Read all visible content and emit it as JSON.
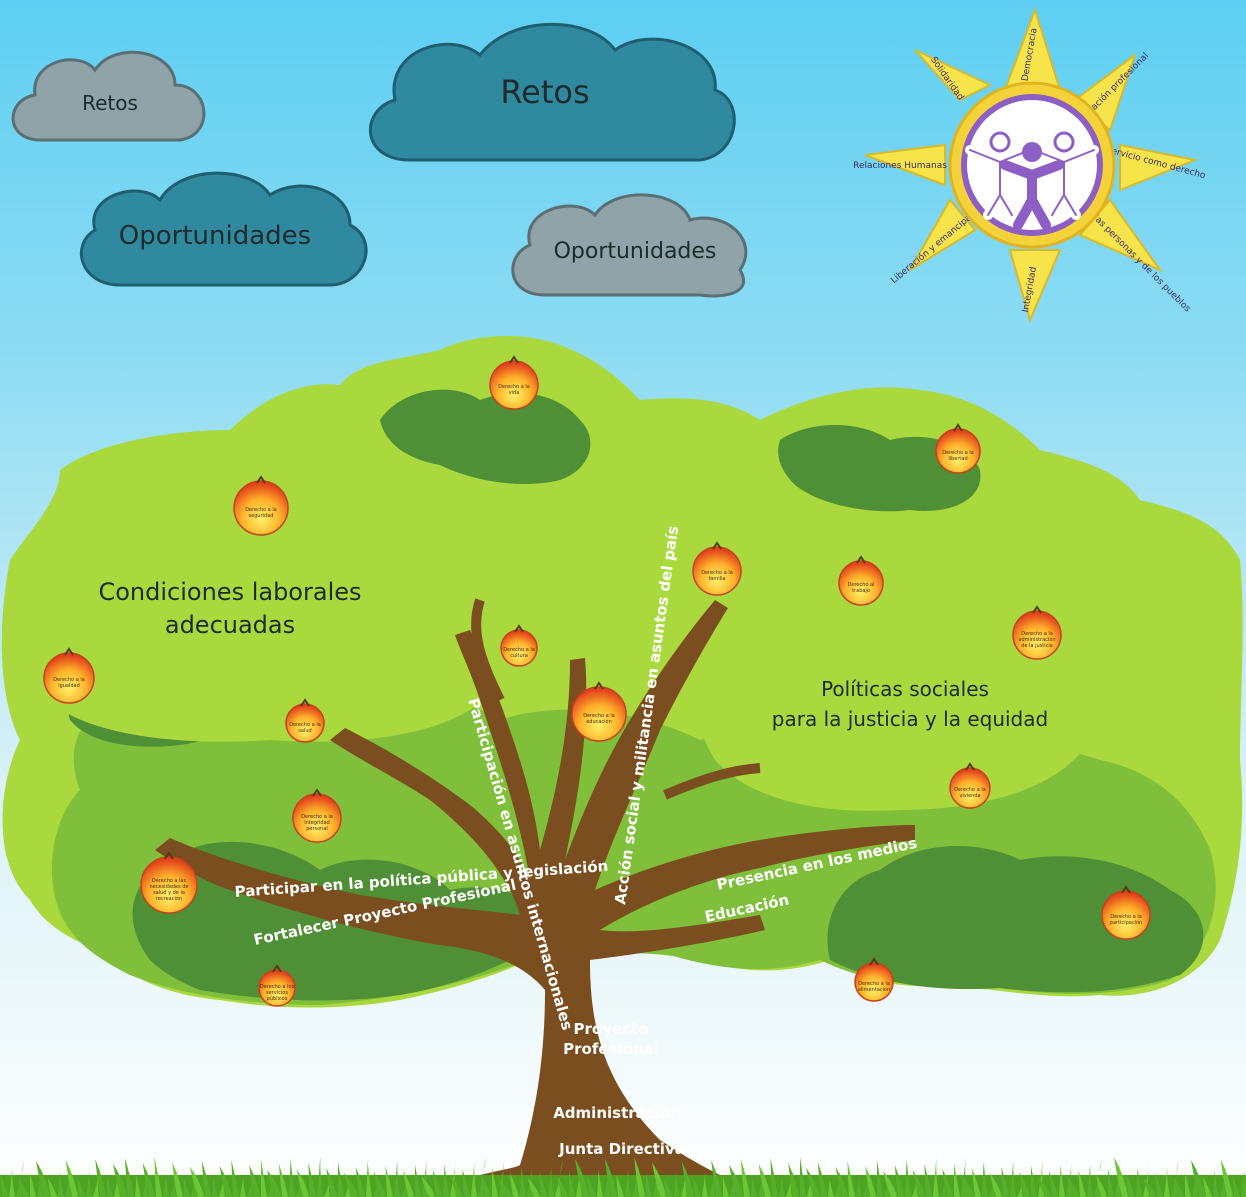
{
  "clouds": [
    {
      "text": "Retos",
      "color": "#8fa3a8"
    },
    {
      "text": "Retos",
      "color": "#2f8aa0"
    },
    {
      "text": "Oportunidades",
      "color": "#2f8aa0"
    },
    {
      "text": "Oportunidades",
      "color": "#8fa3a8"
    }
  ],
  "sun": {
    "rays": [
      "Democracia",
      "Cualificación profesional",
      "Servicio como derecho",
      "Dignidad de las personas y de los pueblos",
      "Integridad",
      "Liberación y emancipación",
      "Relaciones Humanas",
      "Solidaridad"
    ],
    "colors": {
      "ray": "#f7e44a",
      "ring": "#f4d23a",
      "inner": "#ffffff",
      "people": "#8d5fc4"
    }
  },
  "canopy": {
    "left_title_line1": "Condiciones laborales",
    "left_title_line2": "adecuadas",
    "right_title_line1": "Políticas sociales",
    "right_title_line2": "para la justicia y la equidad"
  },
  "branches": {
    "b1": "Participar en la política pública y legislación",
    "b2": "Fortalecer Proyecto Profesional",
    "b3": "Participación en asuntos internacionales",
    "b4": "Acción social y militancia en asuntos del país",
    "b5": "Presencia en los medios",
    "b6": "Educación"
  },
  "trunk": {
    "line1": "Proyecto",
    "line2": "Profesional",
    "middle": "Administración",
    "base": "Junta Directiva"
  },
  "fruits": [
    {
      "label": "Derecho a la vida"
    },
    {
      "label": "Derecho a la libertad"
    },
    {
      "label": "Derecho a la seguridad"
    },
    {
      "label": "Derecho a la familia"
    },
    {
      "label": "Derecho al trabajo"
    },
    {
      "label": "Derecho a la administración de la justicia"
    },
    {
      "label": "Derecho a la cultura"
    },
    {
      "label": "Derecho a la igualdad"
    },
    {
      "label": "Derecho a la educación"
    },
    {
      "label": "Derecho a la salud"
    },
    {
      "label": "Derecho a la vivienda"
    },
    {
      "label": "Derecho a la integridad personal"
    },
    {
      "label": "Derecho a las necesidades de salud y de la recreación"
    },
    {
      "label": "Derecho a la participación"
    },
    {
      "label": "Derecho a la alimentación"
    },
    {
      "label": "Derecho a los servicios públicos"
    }
  ],
  "colors": {
    "canopy_light": "#a9d93d",
    "canopy_mid": "#7fbf3a",
    "canopy_dark": "#4f8f35",
    "trunk": "#7a4e1f",
    "grass": "#5fb82e"
  }
}
